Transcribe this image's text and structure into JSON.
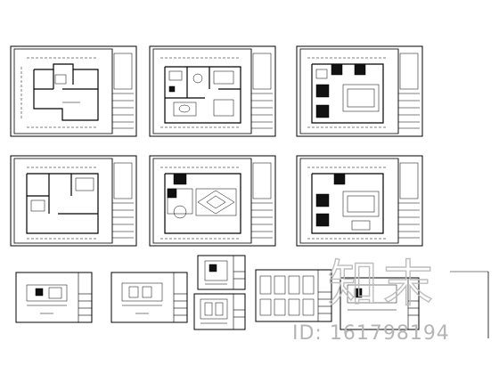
{
  "drawing_set": {
    "sheets_row1": [
      "floor-plan-original",
      "floor-plan-furnished",
      "ceiling-plan"
    ],
    "sheets_row2": [
      "wall-demolition-plan",
      "floor-finish-plan",
      "lighting-plan"
    ],
    "sheets_row3": [
      "elevation-a",
      "elevation-b",
      "detail-small-top",
      "detail-small-bottom",
      "elevation-set",
      "elevation-c"
    ]
  },
  "watermark": {
    "logo_text": "知末",
    "id_text": "ID: 161798194",
    "color": "#b5b5b5"
  }
}
